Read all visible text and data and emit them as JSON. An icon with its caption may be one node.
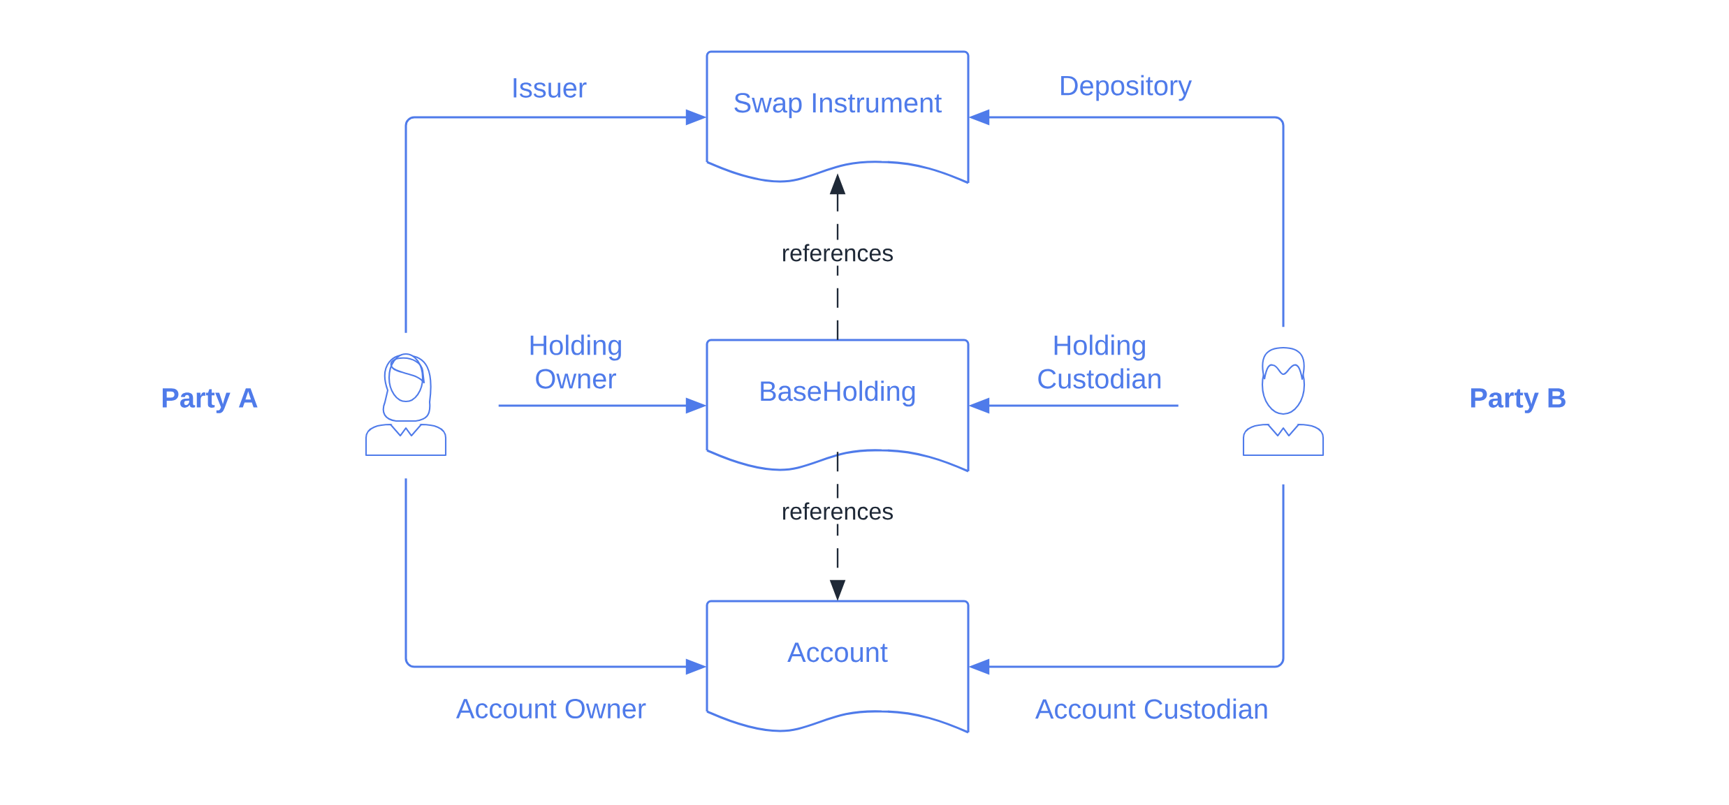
{
  "diagram": {
    "nodes": [
      {
        "text": [
          "Swap Instrument"
        ]
      },
      {
        "text": [],
        "shape": "person"
      },
      {
        "text": [
          "BaseHolding"
        ]
      },
      {
        "text": [],
        "shape": "person"
      },
      {
        "text": [
          "Account"
        ]
      }
    ],
    "edges": [
      {
        "from": 1,
        "to": 0,
        "arrow": "to",
        "label": "Issuer"
      },
      {
        "from": 1,
        "to": 2,
        "arrow": "to",
        "label": "Holding Owner"
      },
      {
        "from": 1,
        "to": 4,
        "arrow": "to",
        "label": "Account Owner"
      },
      {
        "from": 3,
        "to": 0,
        "arrow": "to",
        "label": "Depository"
      },
      {
        "from": 3,
        "to": 2,
        "arrow": "to",
        "label": "Holding Custodian"
      },
      {
        "from": 3,
        "to": 4,
        "arrow": "to",
        "label": "Account Custodian"
      },
      {
        "from": 2,
        "to": 0,
        "arrow": "to",
        "label": "references",
        "style": "dashed",
        "color": "#1f2937"
      },
      {
        "from": 2,
        "to": 4,
        "arrow": "to",
        "label": "references",
        "style": "dashed",
        "color": "#1f2937"
      }
    ],
    "labels": [
      "Party A",
      "Party B"
    ]
  }
}
